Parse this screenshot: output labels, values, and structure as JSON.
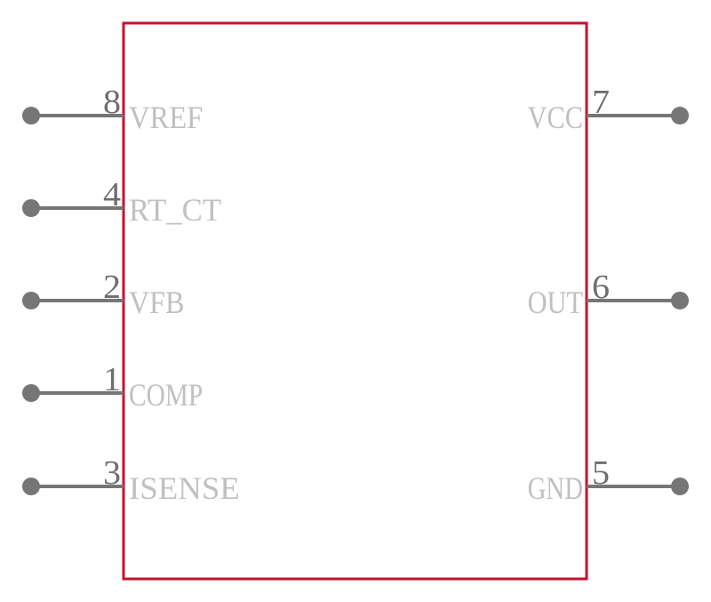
{
  "colors": {
    "body_outline": "#c8102e",
    "pin": "#767676",
    "pin_number": "#6e6e6e",
    "pin_name": "#c0c0c0"
  },
  "pins": {
    "left": [
      {
        "number": "8",
        "name": "VREF"
      },
      {
        "number": "4",
        "name": "RT_CT"
      },
      {
        "number": "2",
        "name": "VFB"
      },
      {
        "number": "1",
        "name": "COMP"
      },
      {
        "number": "3",
        "name": "ISENSE"
      }
    ],
    "right": [
      {
        "number": "7",
        "name": "VCC",
        "slot": 0
      },
      {
        "number": "6",
        "name": "OUT",
        "slot": 2
      },
      {
        "number": "5",
        "name": "GND",
        "slot": 4
      }
    ]
  }
}
